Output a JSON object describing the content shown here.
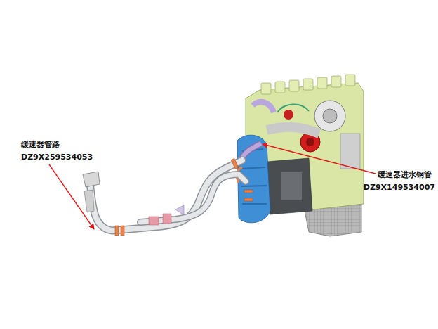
{
  "diagram": {
    "labels": [
      "缓速器管路",
      "DZ9X259534053",
      "缓速器进水钢管",
      "DZ9X149534007"
    ]
  }
}
